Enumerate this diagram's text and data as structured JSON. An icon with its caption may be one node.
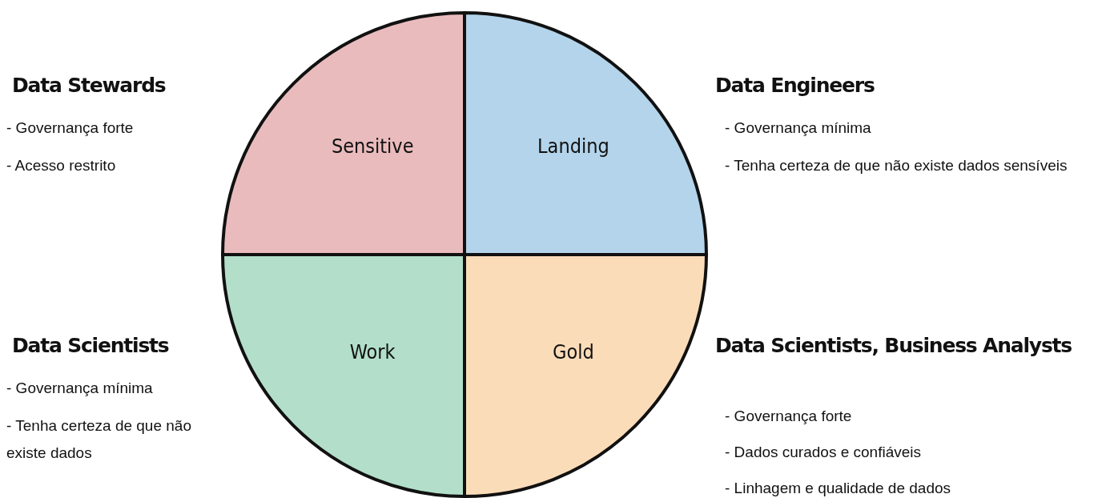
{
  "diagram": {
    "nodes": [
      {
        "text": [
          "Sensitive"
        ],
        "beside": [
          "Data Stewards",
          "- Governança forte",
          "- Acesso restrito"
        ]
      },
      {
        "text": [
          "Landing"
        ],
        "beside": [
          "Data Engineers",
          "- Governança mínima",
          "- Tenha certeza de que não existe dados sensíveis"
        ]
      },
      {
        "text": [
          "Work"
        ],
        "beside": [
          "Data Scientists",
          "- Governança mínima",
          "- Tenha certeza de que não existe dados"
        ]
      },
      {
        "text": [
          "Gold"
        ],
        "beside": [
          "Data Scientists, Business Analysts",
          "- Governança forte",
          "- Dados curados e confiáveis",
          "- Linhagem e qualidade de dados"
        ]
      }
    ],
    "edges": []
  }
}
